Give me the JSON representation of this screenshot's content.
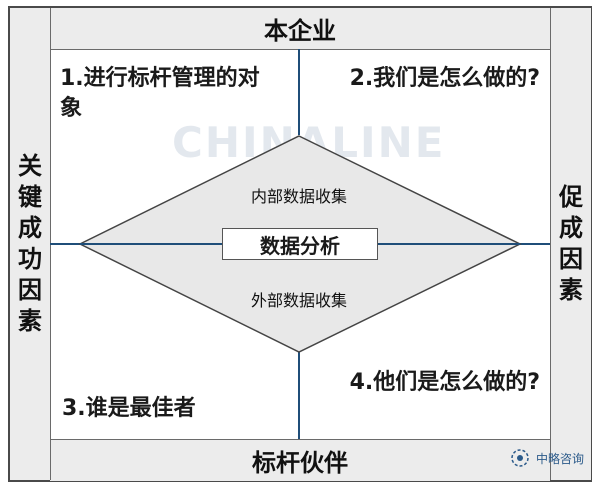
{
  "bands": {
    "top": "本企业",
    "bottom": "标杆伙伴",
    "left": "关键成功因素",
    "right": "促成因素"
  },
  "quadrants": {
    "q1": "1.进行标杆管理的对象",
    "q2": "2.我们是怎么做的?",
    "q3": "3.谁是最佳者",
    "q4": "4.他们是怎么做的?"
  },
  "diamond": {
    "upper_label": "内部数据收集",
    "lower_label": "外部数据收集",
    "center_label": "数据分析"
  },
  "watermark": {
    "text": "CHINALINE"
  },
  "logo": {
    "text": "中略咨询"
  },
  "colors": {
    "axis": "#1f4e79",
    "band_fill": "#ececec",
    "diamond_fill": "#e8e8e8"
  }
}
